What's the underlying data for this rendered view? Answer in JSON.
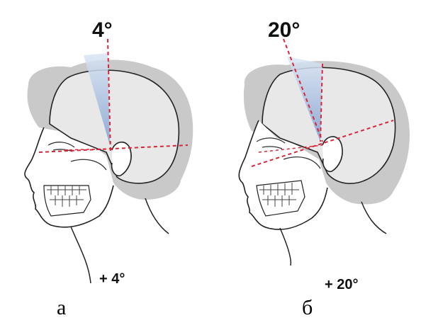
{
  "panels": [
    {
      "id": "a",
      "angle_top": "4°",
      "angle_bottom": "+ 4°",
      "caption": "а"
    },
    {
      "id": "b",
      "angle_top": "20°",
      "angle_bottom": "+ 20°",
      "caption": "б"
    }
  ],
  "colors": {
    "hair": "#c9c9c9",
    "skull_fill": "#e6e6e6",
    "outline": "#111111",
    "dashed_line": "#d9263a",
    "angle_wedge": "#9fb7d8"
  }
}
